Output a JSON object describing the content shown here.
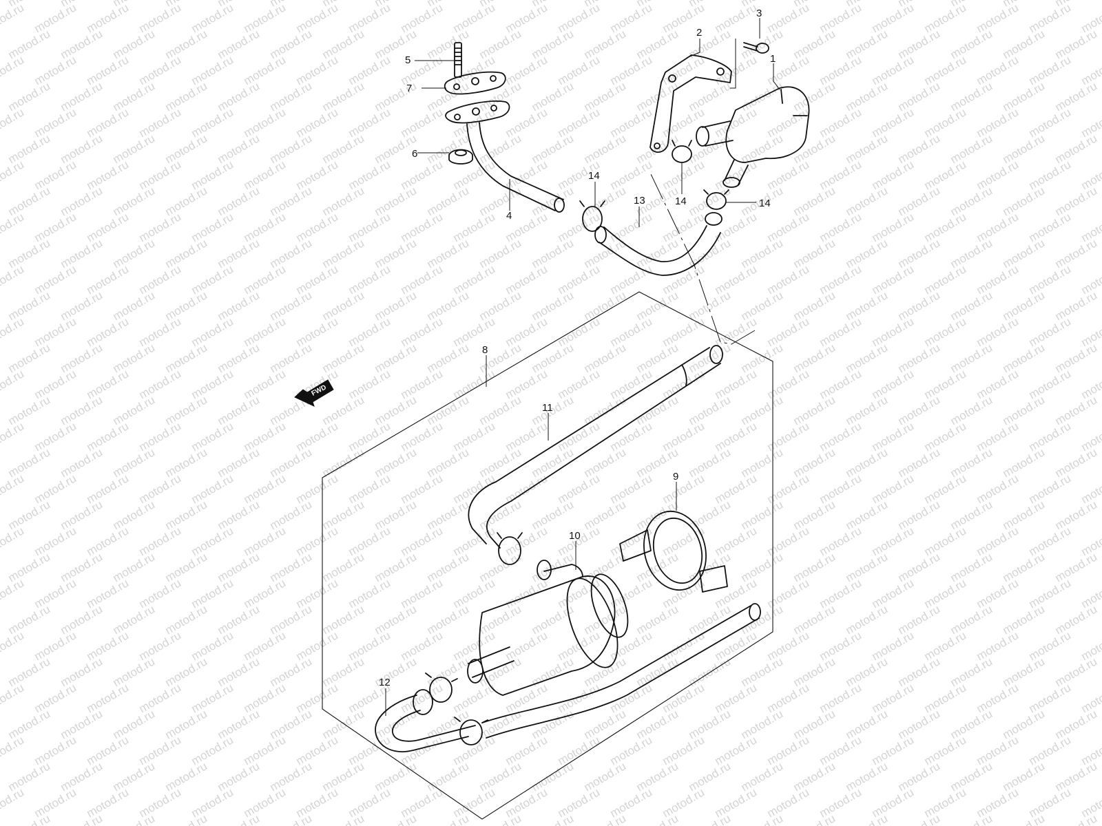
{
  "watermark": "motod.ru",
  "fwd_label": "FWD",
  "callouts": [
    "1",
    "2",
    "3",
    "4",
    "5",
    "6",
    "7",
    "8",
    "9",
    "10",
    "11",
    "12",
    "13",
    "14",
    "14",
    "14"
  ]
}
